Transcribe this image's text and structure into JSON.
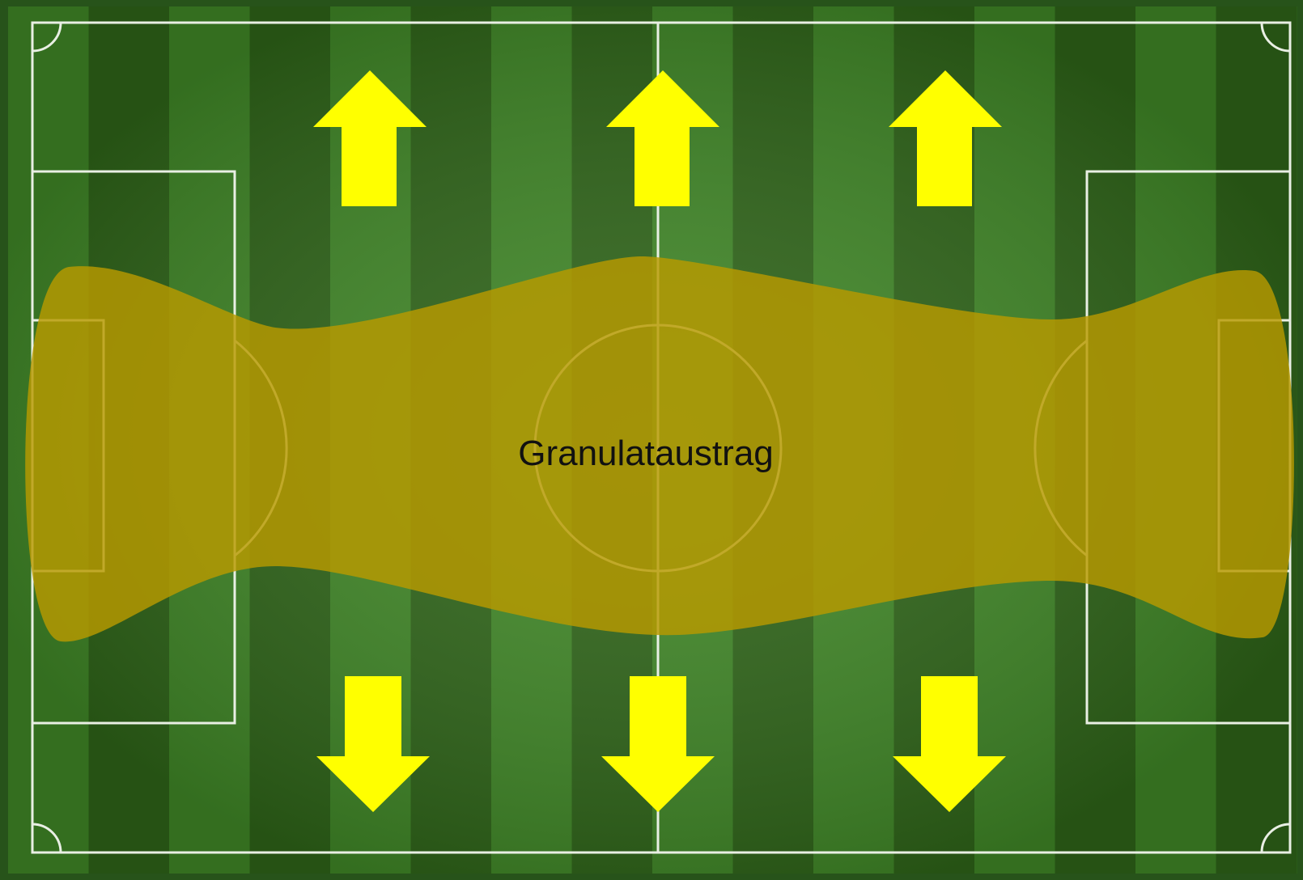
{
  "field": {
    "colors": {
      "stripe_dark": "#2e6418",
      "stripe_light": "#3f8626",
      "border": "#27531a",
      "line": "#e9efe4"
    }
  },
  "zone": {
    "label": "Granulataustrag",
    "color": "#b89a00"
  },
  "arrows": {
    "color": "#ffff00",
    "top": [
      {
        "direction": "up"
      },
      {
        "direction": "up"
      },
      {
        "direction": "up"
      }
    ],
    "bottom": [
      {
        "direction": "down"
      },
      {
        "direction": "down"
      },
      {
        "direction": "down"
      }
    ]
  }
}
